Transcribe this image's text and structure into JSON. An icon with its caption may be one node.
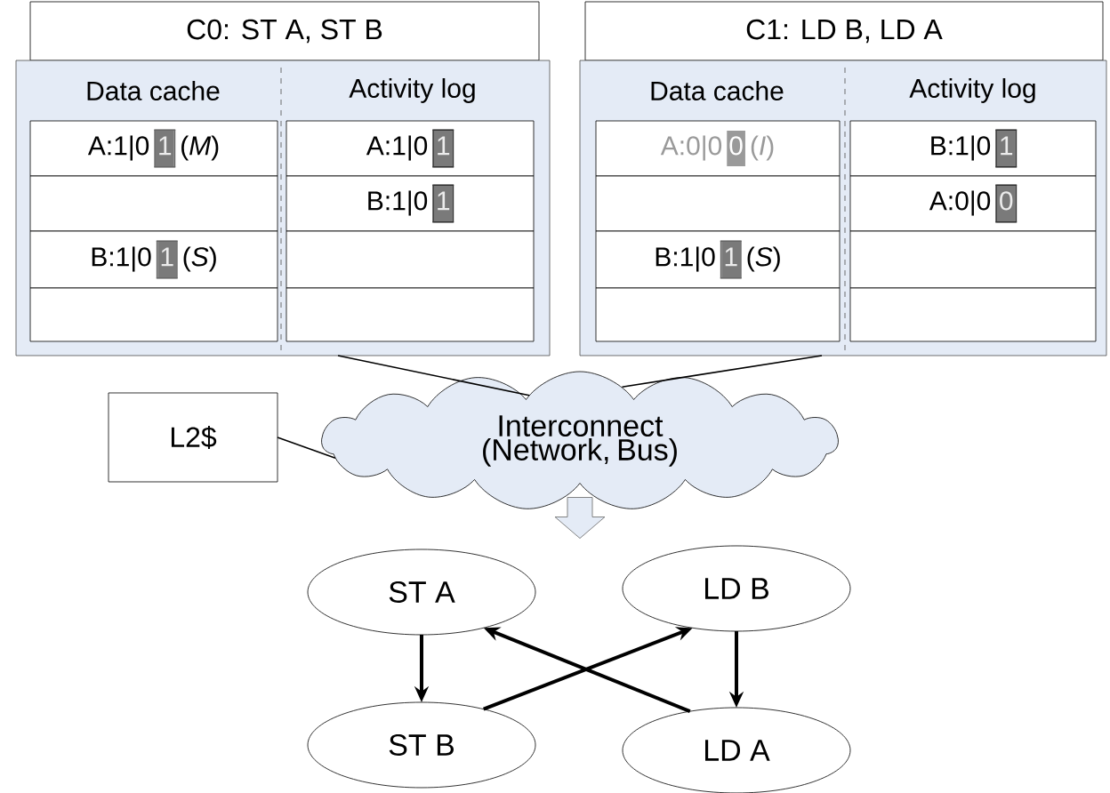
{
  "diagram": {
    "nodes": [
      {
        "text": [
          "C0: ST A, ST B"
        ]
      },
      {
        "text": [
          "Data cache",
          "Activity log"
        ]
      },
      {
        "text": [
          "A:1|0",
          "1",
          "(*M*)"
        ],
        "in": 1
      },
      {
        "text": [],
        "shape": "box",
        "in": 1
      },
      {
        "text": [
          "B:1|0",
          "1",
          "(*S*)"
        ],
        "in": 1
      },
      {
        "text": [],
        "shape": "box",
        "in": 1
      },
      {
        "text": [
          "A:1|0",
          "1"
        ],
        "in": 1
      },
      {
        "text": [
          "B:1|0",
          "1"
        ],
        "in": 1
      },
      {
        "text": [],
        "shape": "box",
        "in": 1
      },
      {
        "text": [],
        "shape": "box",
        "in": 1
      },
      {
        "text": [
          "C1: LD B, LD A"
        ]
      },
      {
        "text": [
          "Data cache",
          "Activity log"
        ]
      },
      {
        "text": [
          "A:0|0",
          "0",
          "(*I*)"
        ],
        "in": 11
      },
      {
        "text": [],
        "shape": "box",
        "in": 11
      },
      {
        "text": [
          "B:1|0",
          "1",
          "(*S*)"
        ],
        "in": 11
      },
      {
        "text": [],
        "shape": "box",
        "in": 11
      },
      {
        "text": [
          "B:1|0",
          "1"
        ],
        "in": 11
      },
      {
        "text": [
          "A:0|0",
          "0"
        ],
        "in": 11
      },
      {
        "text": [],
        "shape": "box",
        "in": 11
      },
      {
        "text": [],
        "shape": "box",
        "in": 11
      },
      {
        "text": [
          "L2$"
        ]
      },
      {
        "text": [
          "Interconnect (Network, Bus)"
        ]
      },
      {
        "text": [
          "ST A"
        ]
      },
      {
        "text": [
          "LD B"
        ]
      },
      {
        "text": [
          "ST B"
        ]
      },
      {
        "text": [
          "LD A"
        ]
      }
    ],
    "edges": [
      {
        "from": 1,
        "to": 21,
        "arrow": "none"
      },
      {
        "from": 11,
        "to": 21,
        "arrow": "none"
      },
      {
        "from": 20,
        "to": 21,
        "arrow": "none"
      },
      {
        "from": 21,
        "to": null,
        "arrow": "to"
      },
      {
        "from": 22,
        "to": 24,
        "arrow": "to"
      },
      {
        "from": 23,
        "to": 25,
        "arrow": "to"
      },
      {
        "from": 24,
        "to": 23,
        "arrow": "to"
      },
      {
        "from": 25,
        "to": 22,
        "arrow": "to"
      }
    ]
  }
}
